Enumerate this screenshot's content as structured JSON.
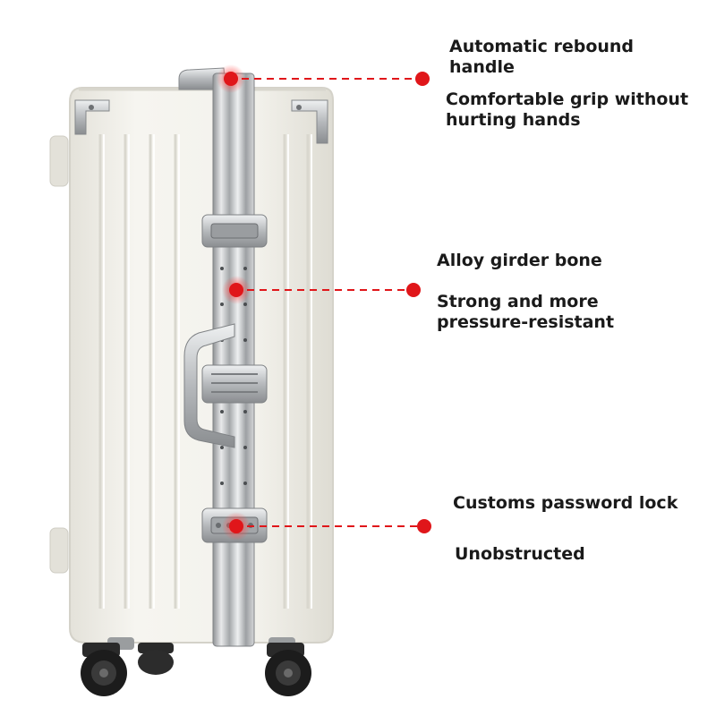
{
  "annotations": [
    {
      "id": "handle",
      "title_lines": [
        "Automatic rebound",
        "handle"
      ],
      "detail_lines": [
        "Comfortable grip without",
        "hurting hands"
      ]
    },
    {
      "id": "alloy",
      "title_lines": [
        "Alloy girder bone"
      ],
      "detail_lines": [
        "Strong and more",
        "pressure-resistant"
      ]
    },
    {
      "id": "lock",
      "title_lines": [
        "Customs password lock"
      ],
      "detail_lines": [
        "Unobstructed"
      ]
    }
  ],
  "colors": {
    "callout_red": "#e0161a",
    "shell": "#f1f0ea",
    "shell_shadow": "#dcdad2",
    "aluminum": "#c9cbcd",
    "aluminum_dark": "#8e9194",
    "wheel": "#1c1c1c",
    "text": "#1a1a1a"
  },
  "icons": {
    "suitcase": "suitcase-illustration",
    "callout_marker": "red-dot-icon"
  }
}
